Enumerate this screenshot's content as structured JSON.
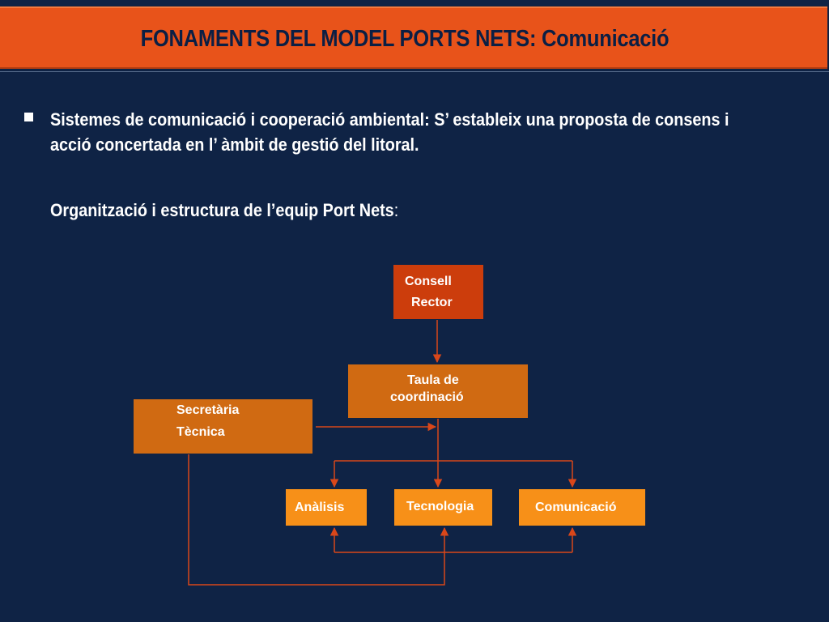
{
  "slide": {
    "title": "FONAMENTS DEL MODEL PORTS NETS: Comunicació",
    "paragraph_line1": "Sistemes de comunicació i cooperació ambiental: S’ estableix una proposta de consens i",
    "paragraph_line2": "acció concertada en l’ àmbit de gestió del litoral.",
    "subheading": "Organització i estructura de l’equip Port Nets",
    "subheading_colon": ":"
  },
  "diagram": {
    "nodes": {
      "consell": {
        "line1": "Consell",
        "line2": "Rector"
      },
      "taula": {
        "line1": "Taula de",
        "line2": "coordinació"
      },
      "secretaria": {
        "line1": "Secretària",
        "line2": "Tècnica"
      },
      "analisis": {
        "label": "Anàlisis"
      },
      "tecnologia": {
        "label": "Tecnologia"
      },
      "comunicacio": {
        "label": "Comunicació"
      }
    },
    "colors": {
      "background": "#0f2345",
      "title_bar": "#e8531a",
      "consell_fill": "#cc3d0c",
      "taula_fill": "#d06a12",
      "leaf_fill": "#f79018",
      "connector": "#d9471a"
    }
  }
}
